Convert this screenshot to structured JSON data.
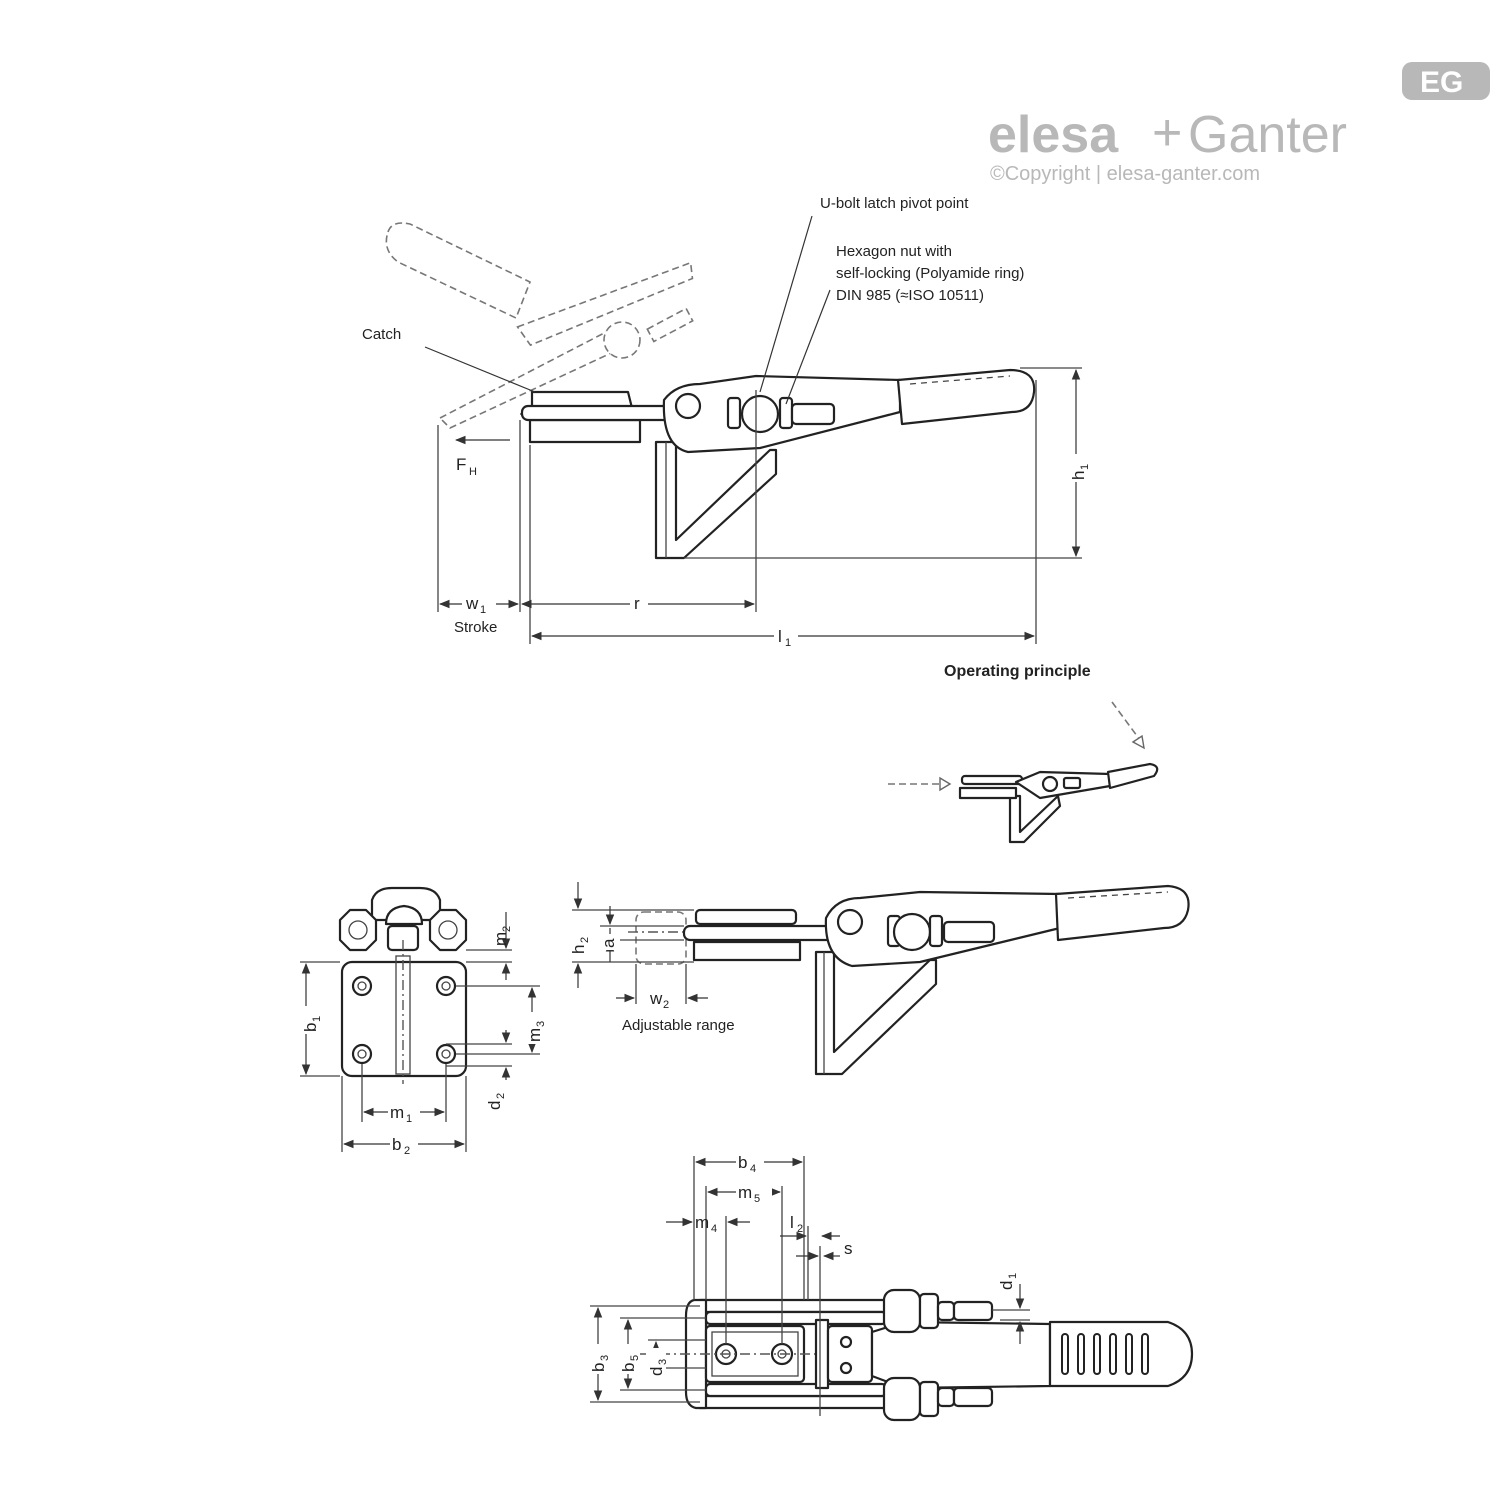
{
  "brand": {
    "name_part1": "elesa",
    "name_plus": "+",
    "name_part2": "Ganter",
    "copyright": "©Copyright | elesa-ganter.com",
    "badge": "EG",
    "color": "#b8b8b8"
  },
  "callouts": {
    "catch": "Catch",
    "pivot": "U-bolt latch pivot point",
    "nut_line1": "Hexagon nut with",
    "nut_line2": "self-locking (Polyamide ring)",
    "nut_line3": "DIN 985 (≈ISO 10511)"
  },
  "section_titles": {
    "operating": "Operating principle"
  },
  "captions": {
    "stroke": "Stroke",
    "adjustable": "Adjustable range"
  },
  "dimensions": {
    "force": {
      "base": "F",
      "sub": "H"
    },
    "w1": {
      "base": "w",
      "sub": "1"
    },
    "r": {
      "base": "r",
      "sub": ""
    },
    "l1": {
      "base": "l",
      "sub": "1"
    },
    "h1": {
      "base": "h",
      "sub": "1"
    },
    "h2": {
      "base": "h",
      "sub": "2"
    },
    "a": {
      "base": "a",
      "sub": ""
    },
    "w2": {
      "base": "w",
      "sub": "2"
    },
    "m2": {
      "base": "m",
      "sub": "2"
    },
    "b1": {
      "base": "b",
      "sub": "1"
    },
    "m3": {
      "base": "m",
      "sub": "3"
    },
    "d2": {
      "base": "d",
      "sub": "2"
    },
    "m1": {
      "base": "m",
      "sub": "1"
    },
    "b2": {
      "base": "b",
      "sub": "2"
    },
    "b4": {
      "base": "b",
      "sub": "4"
    },
    "m5": {
      "base": "m",
      "sub": "5"
    },
    "m4": {
      "base": "m",
      "sub": "4"
    },
    "l2": {
      "base": "l",
      "sub": "2"
    },
    "s": {
      "base": "s",
      "sub": ""
    },
    "d1": {
      "base": "d",
      "sub": "1"
    },
    "b3": {
      "base": "b",
      "sub": "3"
    },
    "b5": {
      "base": "b",
      "sub": "5"
    },
    "d3": {
      "base": "d",
      "sub": "3"
    }
  }
}
